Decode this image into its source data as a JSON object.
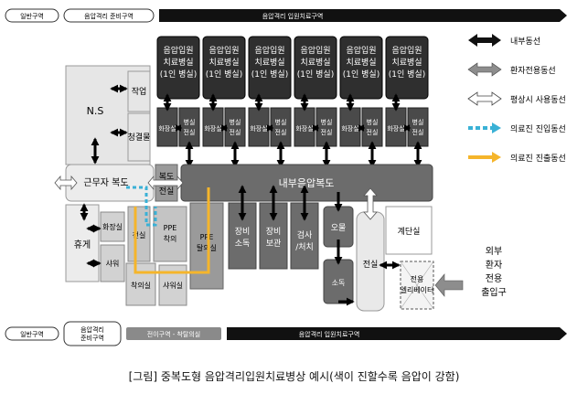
{
  "zones": {
    "top": {
      "general": "일반구역",
      "prep": "음압격리 준비구역",
      "ward": "음압격리 입원치료구역"
    },
    "bottom": {
      "general": "일반구역",
      "prep": "음압격리 준비구역",
      "transition": "전이구역 - 착탈의실",
      "ward": "음압격리 입원치료구역"
    }
  },
  "rooms": {
    "ward_title": "음압입원 치료병실 (1인 병실)",
    "bathroom": "화장실",
    "anteroom": "병실 전실",
    "ns": "N.S",
    "work": "작업",
    "clean_storage": "청결물",
    "staff_corridor": "근무자 복도",
    "corridor_anteroom": "복도 전실",
    "inner_corridor": "내부음압복도",
    "rest": "휴게",
    "toilet_small": "화장실",
    "shower": "샤워",
    "anteroom_small": "전실",
    "ppe_don": "PPE 착의",
    "ppe_doff": "PPE 탈의실",
    "dressing": "착의실",
    "shower_room": "샤워실",
    "equip_disinfect": "장비 소독",
    "equip_store": "장비 보관",
    "inspection": "검사 /처치",
    "up": "오물",
    "disinfect": "소독",
    "stairs": "계단실",
    "vestibule": "전실",
    "elevator": "전용 엘리베이터",
    "outside_entrance": "외부 환자 전용 출입구"
  },
  "legend": {
    "internal": "내부동선",
    "patient": "환자전용동선",
    "normal": "평상시 사용동선",
    "staff_in": "의료진 진입동선",
    "staff_out": "의료진 진출동선"
  },
  "colors": {
    "ward": "#2f2f2f",
    "corridor": "#6c6c6c",
    "medium": "#8d8d8d",
    "light": "#c4c4c4",
    "pale": "#e6e6e6",
    "staff_in": "#3ab1d6",
    "staff_out": "#f5b52b"
  },
  "caption": "[그림] 중복도형 음압격리입원치료병상 예시(색이 진할수록 음압이 강함)"
}
